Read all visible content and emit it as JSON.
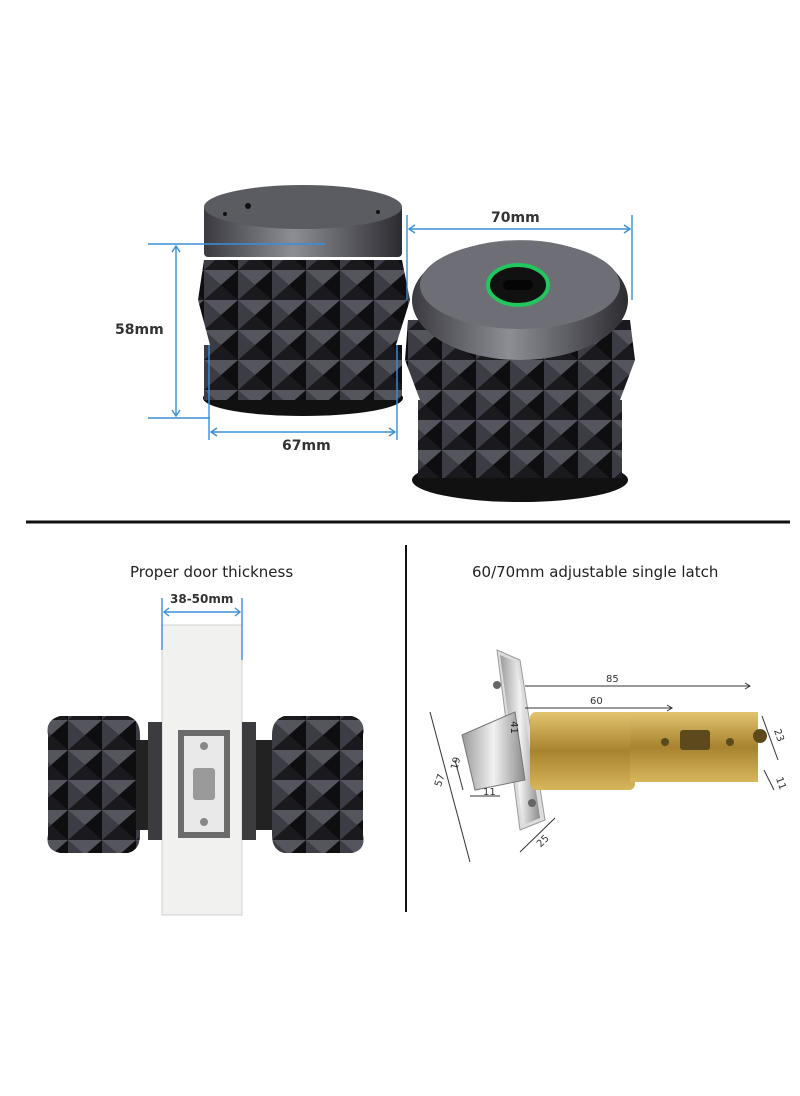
{
  "top_panel": {
    "height_label": "58mm",
    "base_width_label": "67mm",
    "top_width_label": "70mm"
  },
  "bottom_left": {
    "caption": "Proper door thickness",
    "thickness_label": "38-50mm"
  },
  "bottom_right": {
    "caption": "60/70mm adjustable single latch",
    "dims": {
      "length_85": "85",
      "length_60": "60",
      "face_width_57": "57",
      "bolt_19": "19",
      "bolt_11": "11",
      "tip_41": "41",
      "plate_25": "25",
      "housing_23": "23",
      "housing_11": "11"
    }
  },
  "colors": {
    "dimension_line": "#3a8fd8",
    "fingerprint_ring": "#22c55e",
    "knob_dark": "#2a2a2e",
    "brass": "#c9a24a"
  }
}
